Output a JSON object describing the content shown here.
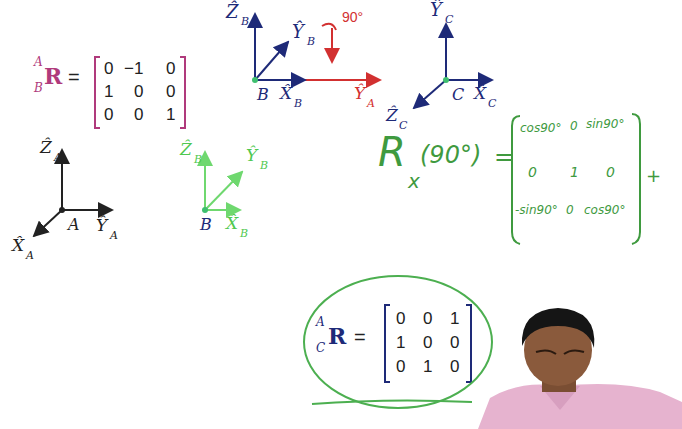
{
  "diagram": {
    "labels": [
      "A",
      "B",
      "R",
      "=",
      "0",
      "−1",
      "0",
      "1",
      "0",
      "0",
      "0",
      "0",
      "1",
      "Ẑ",
      "B",
      "Ŷ",
      "B",
      "B",
      "X̂",
      "B",
      "Ŷ",
      "A",
      "90°",
      "Ŷ",
      "C",
      "Ẑ",
      "C",
      "C",
      "X̂",
      "C",
      "Ẑ",
      "A",
      "X̂",
      "A",
      "A",
      "Ŷ",
      "A",
      "Ẑ",
      "B",
      "Ŷ",
      "B",
      "B",
      "X̂",
      "B",
      "R",
      "x",
      "(90°)",
      "=",
      "cos90°",
      "0",
      "sin90°",
      "0",
      "1",
      "0",
      "-sin90°",
      "0",
      "cos90°",
      "+",
      "A",
      "C",
      "R",
      "=",
      "0",
      "0",
      "1",
      "1",
      "0",
      "0",
      "0",
      "1",
      "0"
    ]
  }
}
